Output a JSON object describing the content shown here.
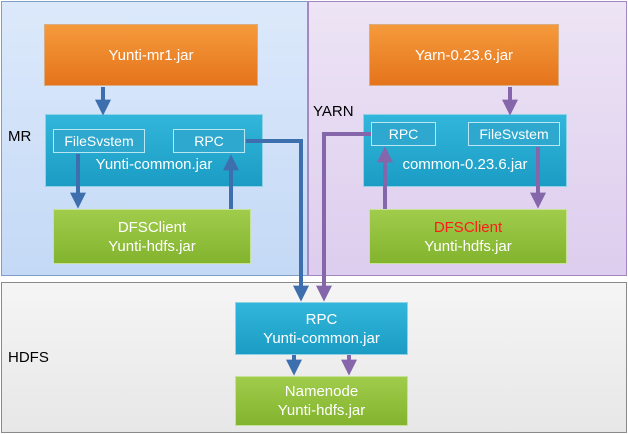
{
  "regions": {
    "mr": "MR",
    "yarn": "YARN",
    "hdfs": "HDFS"
  },
  "mr": {
    "jar": "Yunti-mr1.jar",
    "common": {
      "filesystem": "FileSvstem",
      "rpc": "RPC",
      "name": "Yunti-common.jar"
    },
    "client": {
      "title": "DFSClient",
      "name": "Yunti-hdfs.jar"
    }
  },
  "yarn": {
    "jar": "Yarn-0.23.6.jar",
    "common": {
      "rpc": "RPC",
      "filesystem": "FileSvstem",
      "name": "common-0.23.6.jar"
    },
    "client": {
      "title": "DFSClient",
      "name": "Yunti-hdfs.jar"
    }
  },
  "hdfs": {
    "rpc": {
      "title": "RPC",
      "name": "Yunti-common.jar"
    },
    "namenode": {
      "title": "Namenode",
      "name": "Yunti-hdfs.jar"
    }
  },
  "colors": {
    "mr_arrow": "#3d6fae",
    "yarn_arrow": "#8566ab",
    "dfsclient_highlight": "#ff1b1b"
  }
}
